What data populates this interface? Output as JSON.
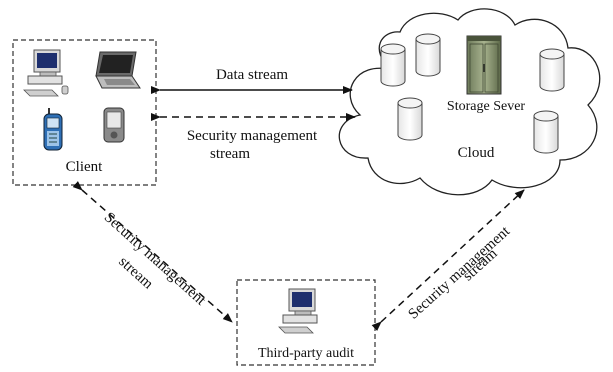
{
  "nodes": {
    "client": {
      "label": "Client"
    },
    "cloud": {
      "label": "Cloud",
      "server_label": "Storage Sever"
    },
    "audit": {
      "label": "Third-party audit"
    }
  },
  "edges": {
    "data_stream": {
      "label": "Data stream"
    },
    "client_cloud_security": {
      "label_line1": "Security management",
      "label_line2": "stream"
    },
    "client_audit_security": {
      "label_line1": "Security management",
      "label_line2": "stream"
    },
    "audit_cloud_security": {
      "label_line1": "Security management",
      "label_line2": "stream"
    }
  },
  "icons": {
    "client_devices": [
      "desktop-computer-icon",
      "laptop-icon",
      "mobile-phone-icon",
      "pda-icon"
    ],
    "cloud_items": [
      "database-cylinder-icon",
      "server-cabinet-icon"
    ],
    "audit_device": "desktop-computer-icon"
  }
}
